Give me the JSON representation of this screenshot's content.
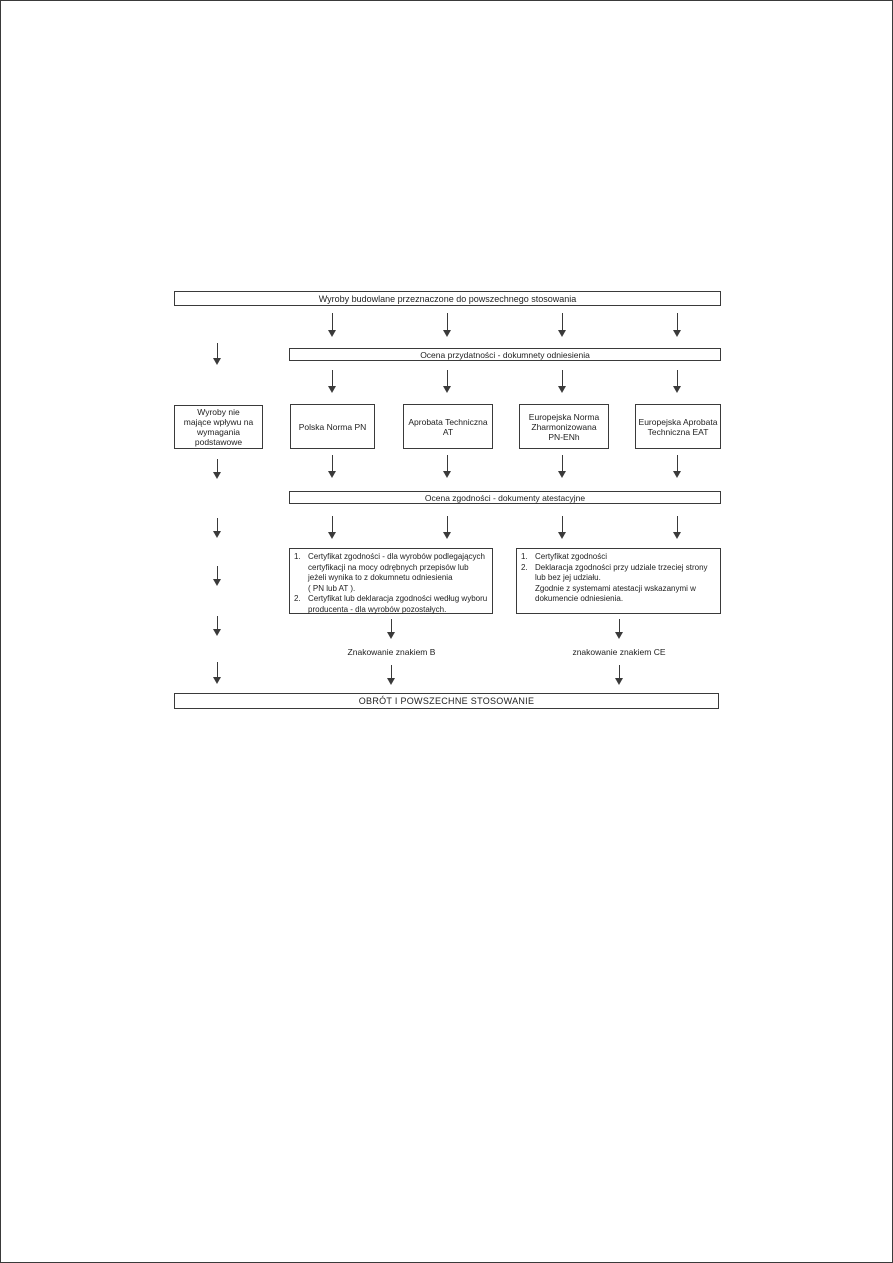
{
  "flowchart": {
    "top_box": {
      "label": "Wyroby budowlane przeznaczone do powszechnego stosowania"
    },
    "suitability_bar": {
      "label": "Ocena przydatności - dokumnety odniesienia"
    },
    "side_box": {
      "label": "Wyroby nie\nmające wpływu na\nwymagania\npodstawowe"
    },
    "reference_boxes": [
      {
        "label": "Polska Norma PN"
      },
      {
        "label": "Aprobata Techniczna\nAT"
      },
      {
        "label": "Europejska Norma\nZharmonizowana\nPN-ENh"
      },
      {
        "label": "Europejska Aprobata\nTechniczna EAT"
      }
    ],
    "conformity_bar": {
      "label": "Ocena zgodności - dokumenty atestacyjne"
    },
    "attestation_box_b": {
      "items": [
        {
          "num": "1.",
          "text": "Certyfikat zgodności - dla wyrobów podlegających\ncertyfikacji na mocy odrębnych przepisów lub\njeżeli wynika to z dokumnetu odniesienia\n( PN lub AT )."
        },
        {
          "num": "2.",
          "text": "Certyfikat lub deklaracja zgodności według wyboru\nproducenta - dla wyrobów pozostałych."
        }
      ]
    },
    "attestation_box_ce": {
      "items": [
        {
          "num": "1.",
          "text": "Certyfikat zgodności"
        },
        {
          "num": "2.",
          "text": "Deklaracja zgodności przy udziale trzeciej strony\nlub bez jej udziału.\nZgodnie z systemami atestacji wskazanymi w\ndokumencie odniesienia."
        }
      ]
    },
    "marking_b_label": "Znakowanie znakiem B",
    "marking_ce_label": "znakowanie znakiem CE",
    "bottom_box": {
      "label": "OBRÓT I POWSZECHNE STOSOWANIE"
    }
  }
}
